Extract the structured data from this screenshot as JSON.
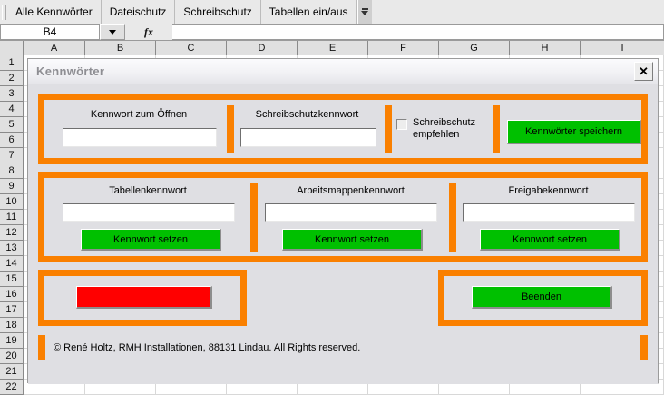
{
  "spreadsheet": {
    "toolbar": {
      "grip_icon": "drag-grip-icon",
      "buttons": [
        {
          "label": "Alle Kennwörter"
        },
        {
          "label": "Dateischutz"
        },
        {
          "label": "Schreibschutz"
        },
        {
          "label": "Tabellen ein/aus"
        }
      ],
      "overflow_icon": "toolbar-overflow-chevron-icon"
    },
    "formula_bar": {
      "name_box_value": "B4",
      "dropdown_icon": "chevron-down-icon",
      "fx_label": "fx",
      "formula_value": ""
    },
    "columns": [
      "A",
      "B",
      "C",
      "D",
      "E",
      "F",
      "G",
      "H",
      "I"
    ],
    "rows": [
      "1",
      "2",
      "3",
      "4",
      "5",
      "6",
      "7",
      "8",
      "9",
      "10",
      "11",
      "12",
      "13",
      "14",
      "15",
      "16",
      "17",
      "18",
      "19",
      "20",
      "21",
      "22"
    ]
  },
  "dialog": {
    "title": "Kennwörter",
    "close_icon": "close-icon",
    "section_file": {
      "open_password_label": "Kennwort zum Öffnen",
      "open_password_value": "",
      "write_password_label": "Schreibschutzkennwort",
      "write_password_value": "",
      "recommend_checkbox_label": "Schreibschutz empfehlen",
      "recommend_checkbox_checked": false,
      "save_button_label": "Kennwörter speichern"
    },
    "section_protect": {
      "sheet_label": "Tabellenkennwort",
      "sheet_value": "",
      "sheet_button_label": "Kennwort setzen",
      "workbook_label": "Arbeitsmappenkennwort",
      "workbook_value": "",
      "workbook_button_label": "Kennwort setzen",
      "share_label": "Freigabekennwort",
      "share_value": "",
      "share_button_label": "Kennwort setzen"
    },
    "section_actions": {
      "red_button_label": "",
      "exit_button_label": "Beenden"
    },
    "footer_text": "© René Holtz, RMH Installationen, 88131 Lindau. All Rights reserved."
  },
  "colors": {
    "accent_orange": "#fa8000",
    "button_green": "#00c000",
    "button_red": "#ff0000",
    "dialog_face": "#dfdfe3"
  }
}
